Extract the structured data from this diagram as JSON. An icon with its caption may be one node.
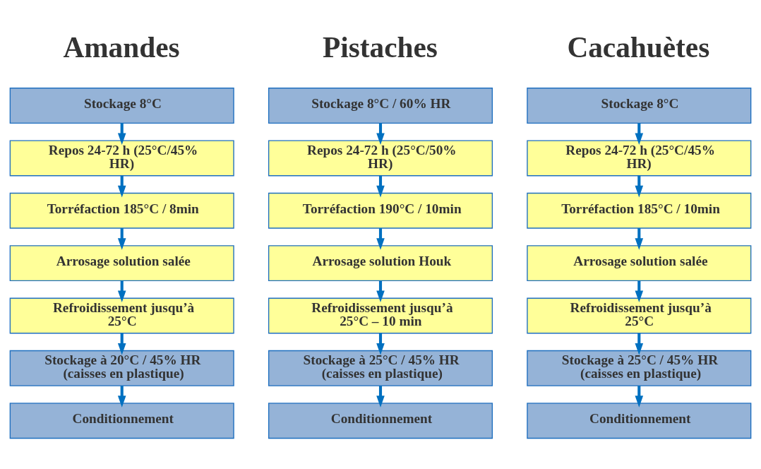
{
  "diagram": {
    "nodes": [
      {
        "text": [
          "Stockage 8°C"
        ]
      },
      {
        "text": [
          "Repos 24-72 h (25°C/45% HR)"
        ]
      },
      {
        "text": [
          "Torréfaction 185°C / 8min"
        ]
      },
      {
        "text": [
          "Arrosage solution salée"
        ]
      },
      {
        "text": [
          "Refroidissement jusqu’à 25°C"
        ]
      },
      {
        "text": [
          "Stockage à 20°C / 45% HR (caisses en plastique)"
        ]
      },
      {
        "text": [
          "Conditionnement"
        ]
      },
      {
        "text": [
          "Stockage 8°C / 60% HR"
        ]
      },
      {
        "text": [
          "Repos 24-72 h (25°C/50% HR)"
        ]
      },
      {
        "text": [
          "Torréfaction 190°C / 10min"
        ]
      },
      {
        "text": [
          "Arrosage solution Houk"
        ]
      },
      {
        "text": [
          "Refroidissement jusqu’à 25°C – 10 min"
        ]
      },
      {
        "text": [
          "Stockage à 25°C / 45% HR (caisses en plastique)"
        ]
      },
      {
        "text": [
          "Conditionnement"
        ]
      },
      {
        "text": [
          "Stockage 8°C"
        ]
      },
      {
        "text": [
          "Repos 24-72 h (25°C/45% HR)"
        ]
      },
      {
        "text": [
          "Torréfaction 185°C / 10min"
        ]
      },
      {
        "text": [
          "Arrosage solution salée"
        ]
      },
      {
        "text": [
          "Refroidissement jusqu’à 25°C"
        ]
      },
      {
        "text": [
          "Stockage à 25°C / 45% HR (caisses en plastique)"
        ]
      },
      {
        "text": [
          "Conditionnement"
        ]
      }
    ],
    "edges": [
      {
        "from": 0,
        "to": 1,
        "arrow": "to"
      },
      {
        "from": 1,
        "to": 2,
        "arrow": "to"
      },
      {
        "from": 2,
        "to": 3,
        "arrow": "to"
      },
      {
        "from": 3,
        "to": 4,
        "arrow": "to"
      },
      {
        "from": 4,
        "to": 5,
        "arrow": "to"
      },
      {
        "from": 5,
        "to": 6,
        "arrow": "to"
      },
      {
        "from": 7,
        "to": 8,
        "arrow": "to"
      },
      {
        "from": 8,
        "to": 9,
        "arrow": "to"
      },
      {
        "from": 9,
        "to": 10,
        "arrow": "to"
      },
      {
        "from": 10,
        "to": 11,
        "arrow": "to"
      },
      {
        "from": 11,
        "to": 12,
        "arrow": "to"
      },
      {
        "from": 12,
        "to": 13,
        "arrow": "to"
      },
      {
        "from": 14,
        "to": 15,
        "arrow": "to"
      },
      {
        "from": 15,
        "to": 16,
        "arrow": "to"
      },
      {
        "from": 16,
        "to": 17,
        "arrow": "to"
      },
      {
        "from": 17,
        "to": 18,
        "arrow": "to"
      },
      {
        "from": 18,
        "to": 19,
        "arrow": "to"
      },
      {
        "from": 19,
        "to": 20,
        "arrow": "to"
      }
    ],
    "labels": [
      "Amandes",
      "Pistaches",
      "Cacahuètes"
    ]
  }
}
